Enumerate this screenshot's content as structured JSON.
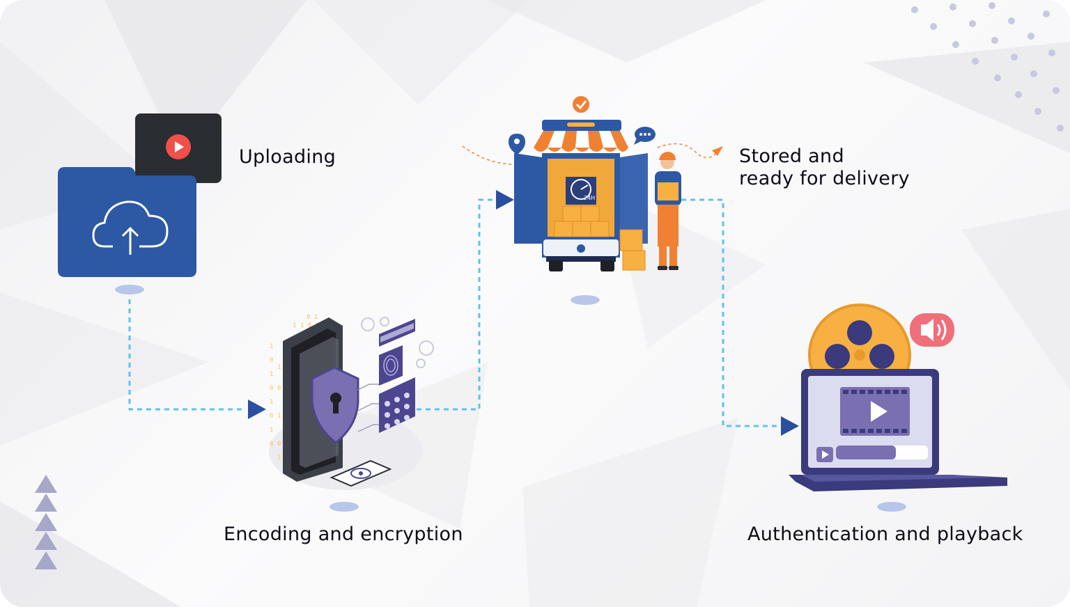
{
  "steps": {
    "uploading": {
      "label": "Uploading",
      "icon": "cloud-upload-folder-icon"
    },
    "encoding": {
      "label": "Encoding and encryption",
      "icon": "shield-lock-phone-icon"
    },
    "stored": {
      "label_line1": "Stored and",
      "label_line2": "ready for delivery",
      "icon": "delivery-truck-store-icon"
    },
    "playback": {
      "label": "Authentication and playback",
      "icon": "laptop-video-player-icon"
    }
  },
  "badges": {
    "truck_clock": "24H"
  },
  "colors": {
    "folder_blue": "#2d58a4",
    "connector_blue": "#60c1ee",
    "arrow_blue": "#2a4f9f",
    "play_red": "#f0504a",
    "awning_orange": "#f08032",
    "box_orange": "#f7b041",
    "laptop_navy": "#3a3a7c",
    "video_purple": "#7a6fb1",
    "speaker_pink": "#ef6f7a",
    "node_dot": "#b7c6ea"
  }
}
